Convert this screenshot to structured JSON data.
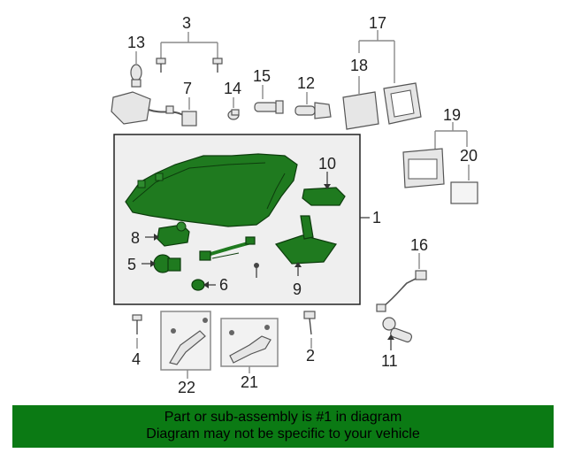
{
  "callouts": {
    "c1": "1",
    "c2": "2",
    "c3": "3",
    "c4": "4",
    "c5": "5",
    "c6": "6",
    "c7": "7",
    "c8": "8",
    "c9": "9",
    "c10": "10",
    "c11": "11",
    "c12": "12",
    "c13": "13",
    "c14": "14",
    "c15": "15",
    "c16": "16",
    "c17": "17",
    "c18": "18",
    "c19": "19",
    "c20": "20",
    "c21": "21",
    "c22": "22"
  },
  "footer": {
    "line1": "Part or sub-assembly is #1 in diagram",
    "line2": "Diagram may not be specific to your vehicle"
  },
  "colors": {
    "highlight": "#1f7a1f",
    "footer_bg": "#0b7a14",
    "panel_bg": "#efefef"
  }
}
